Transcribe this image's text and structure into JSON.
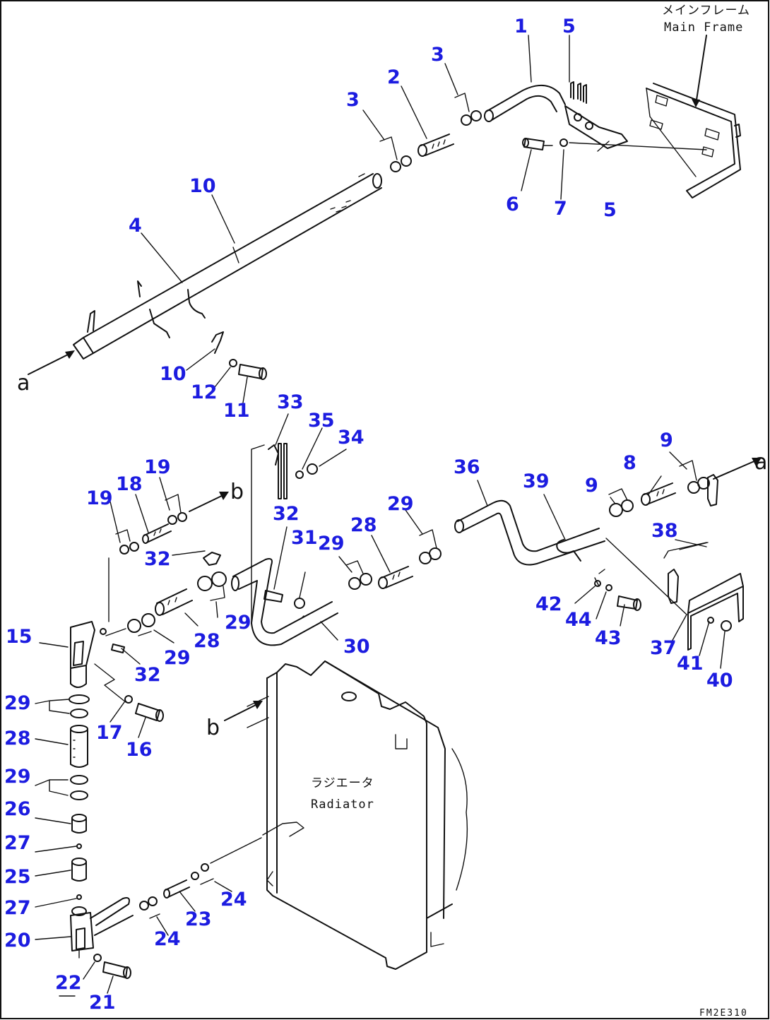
{
  "labels": {
    "main_frame_jp": "メインフレーム",
    "main_frame_en": "Main Frame",
    "radiator_jp": "ラジエータ",
    "radiator_en": "Radiator",
    "drawing_code": "FM2E310"
  },
  "connectors": {
    "a_left": "a",
    "a_right": "a",
    "b_top": "b",
    "b_bottom": "b"
  },
  "callouts": {
    "p1": "1",
    "p2": "2",
    "p3a": "3",
    "p3b": "3",
    "p4": "4",
    "p5a": "5",
    "p5b": "5",
    "p6": "6",
    "p7": "7",
    "p8": "8",
    "p9a": "9",
    "p9b": "9",
    "p10a": "10",
    "p10b": "10",
    "p11": "11",
    "p12": "12",
    "p15": "15",
    "p16": "16",
    "p17": "17",
    "p18": "18",
    "p19a": "19",
    "p19b": "19",
    "p20": "20",
    "p21": "21",
    "p22": "22",
    "p23": "23",
    "p24a": "24",
    "p24b": "24",
    "p25": "25",
    "p26": "26",
    "p27a": "27",
    "p27b": "27",
    "p28a": "28",
    "p28b": "28",
    "p28c": "28",
    "p29a": "29",
    "p29b": "29",
    "p29c": "29",
    "p29d": "29",
    "p29e": "29",
    "p29f": "29",
    "p30": "30",
    "p31": "31",
    "p32a": "32",
    "p32b": "32",
    "p32c": "32",
    "p33": "33",
    "p34": "34",
    "p35": "35",
    "p36": "36",
    "p37": "37",
    "p38": "38",
    "p39": "39",
    "p40": "40",
    "p41": "41",
    "p42": "42",
    "p43": "43",
    "p44": "44"
  }
}
